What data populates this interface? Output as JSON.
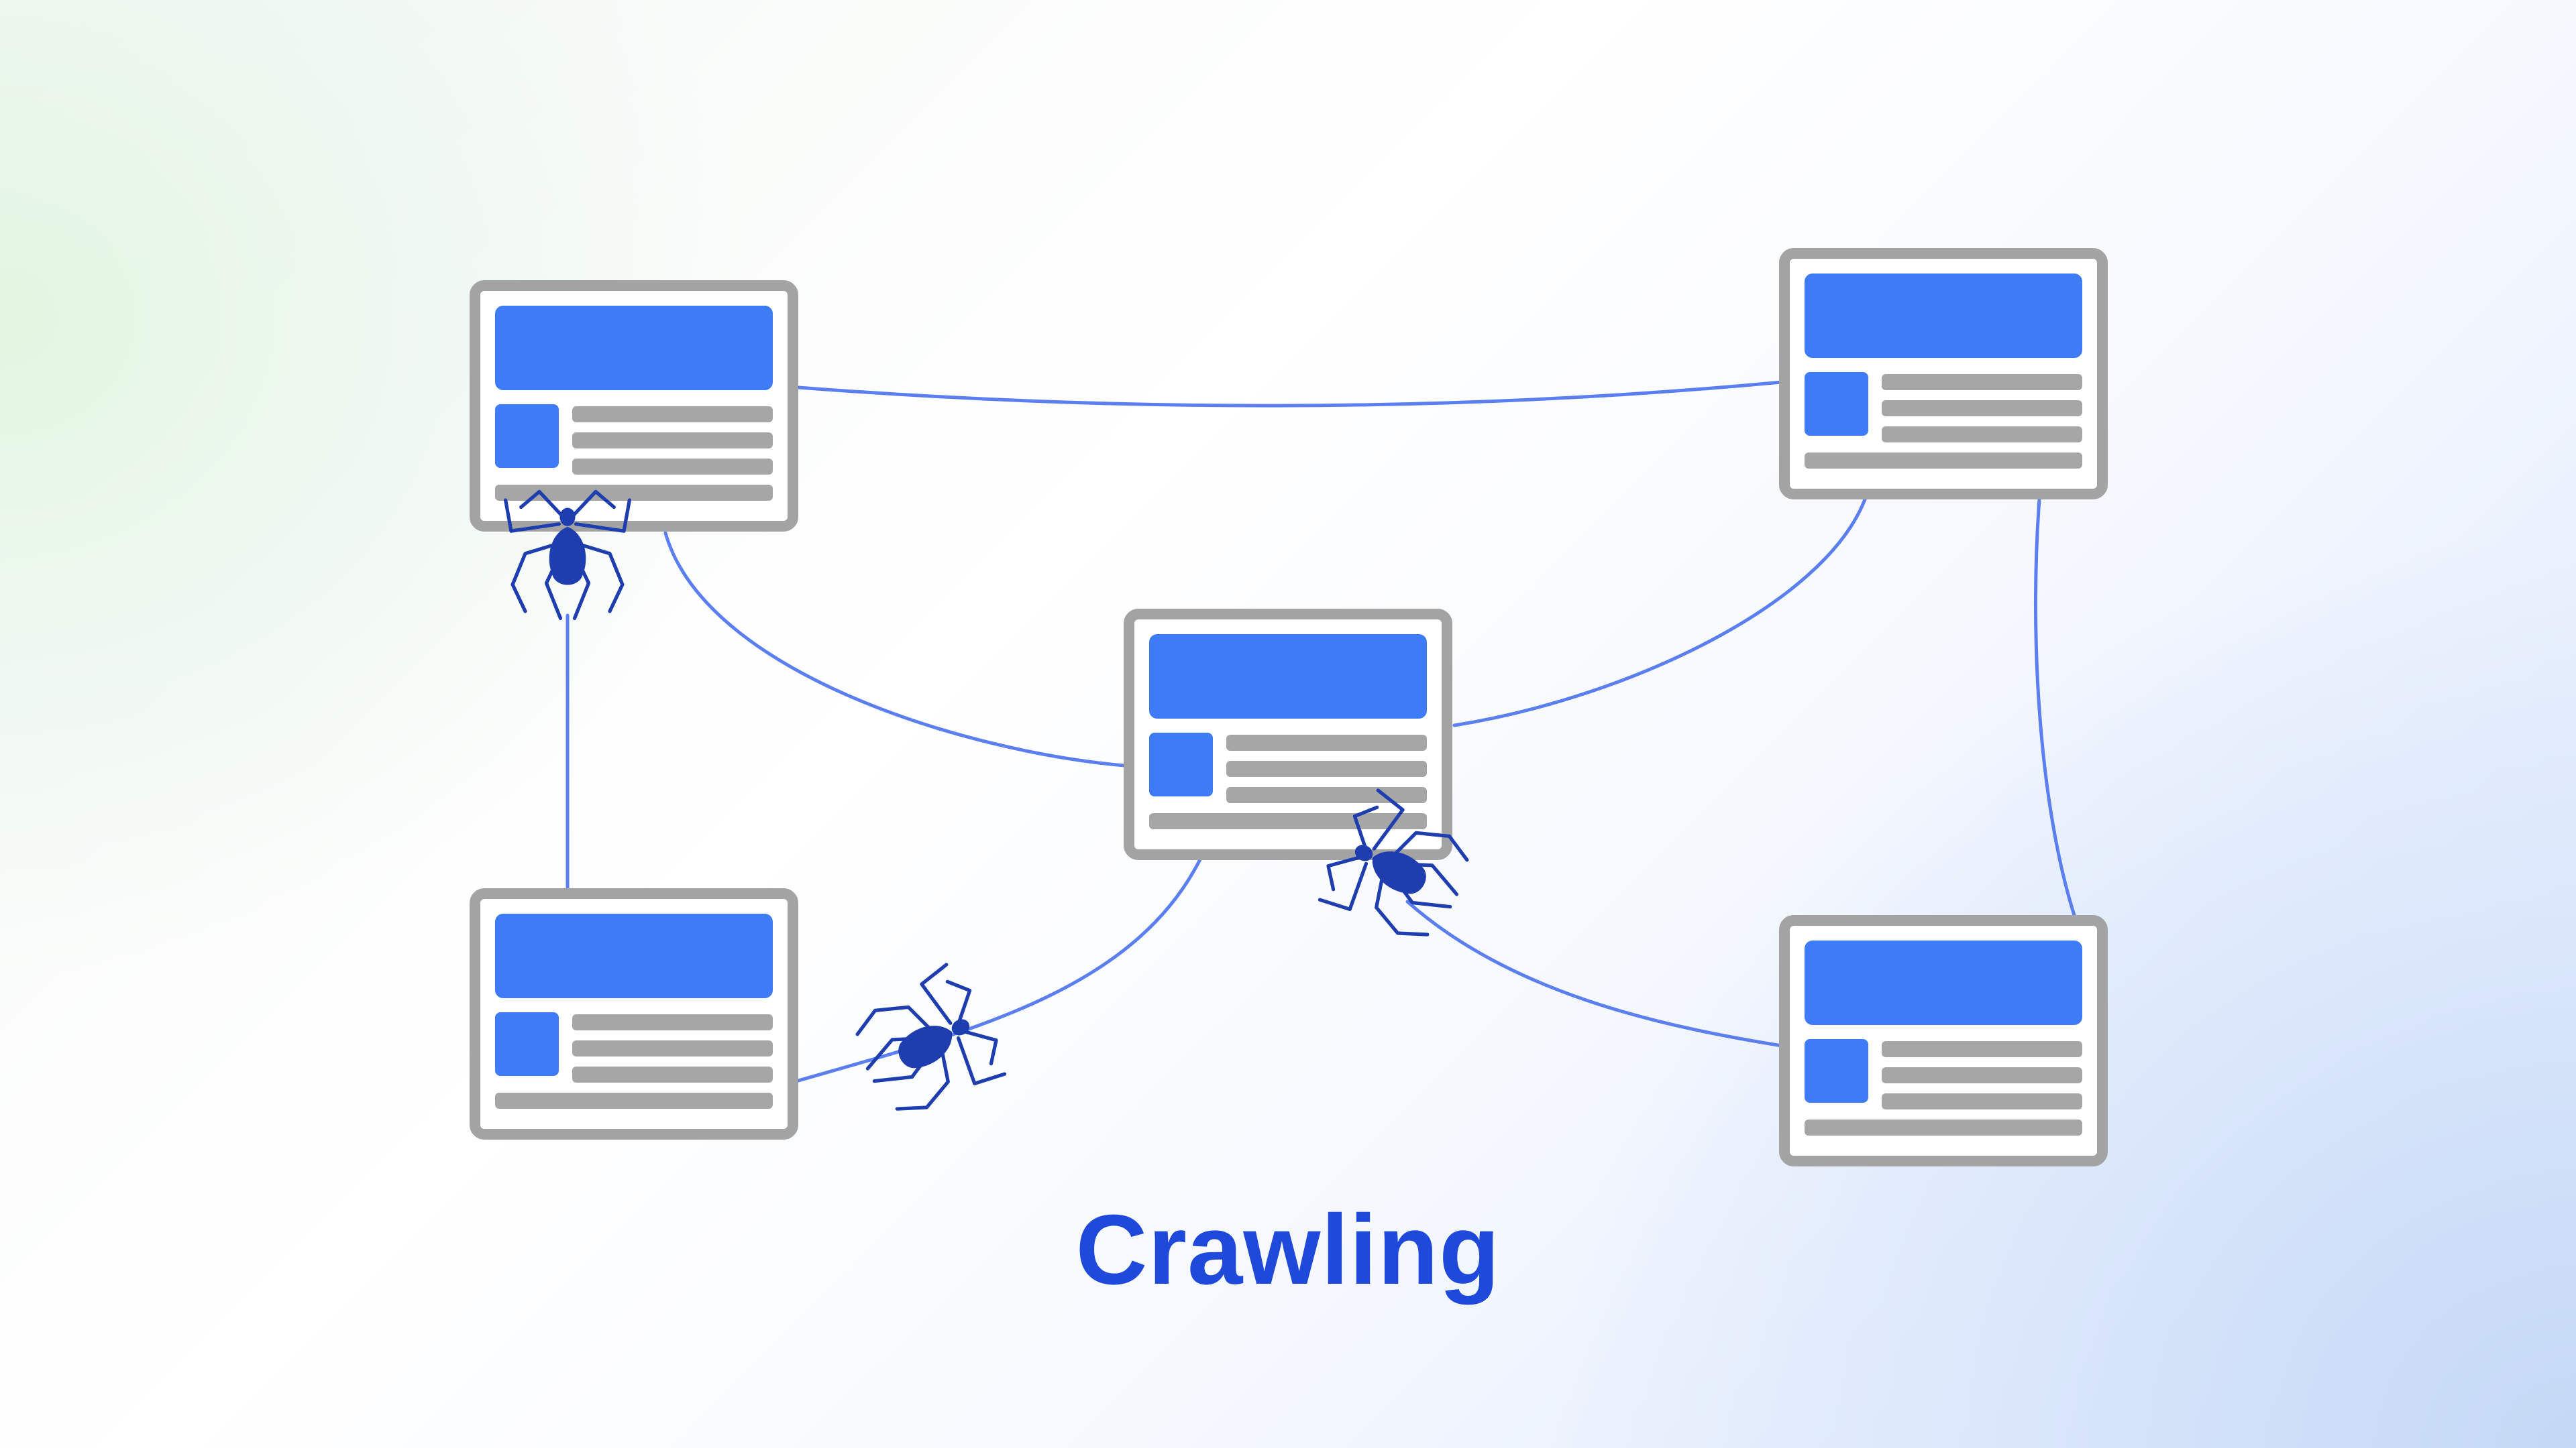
{
  "title": "Crawling",
  "colors": {
    "title": "#1f49db",
    "page_frame": "#a3a3a3",
    "page_header": "#3d7bf7",
    "page_lines": "#a6a6a6",
    "links": "#5b7ff0",
    "spider": "#1e3eb0"
  },
  "pages": [
    {
      "id": "page-top-left"
    },
    {
      "id": "page-top-right"
    },
    {
      "id": "page-center"
    },
    {
      "id": "page-bottom-left"
    },
    {
      "id": "page-bottom-right"
    }
  ],
  "links": [
    {
      "from": "page-top-left",
      "to": "page-top-right"
    },
    {
      "from": "page-top-left",
      "to": "page-center"
    },
    {
      "from": "page-top-right",
      "to": "page-center"
    },
    {
      "from": "page-top-left",
      "to": "page-bottom-left"
    },
    {
      "from": "page-top-right",
      "to": "page-bottom-right"
    },
    {
      "from": "page-center",
      "to": "page-bottom-left"
    },
    {
      "from": "page-center",
      "to": "page-bottom-right"
    }
  ],
  "spiders": [
    {
      "id": "spider-1",
      "icon": "spider-icon"
    },
    {
      "id": "spider-2",
      "icon": "spider-icon"
    },
    {
      "id": "spider-3",
      "icon": "spider-icon"
    }
  ]
}
